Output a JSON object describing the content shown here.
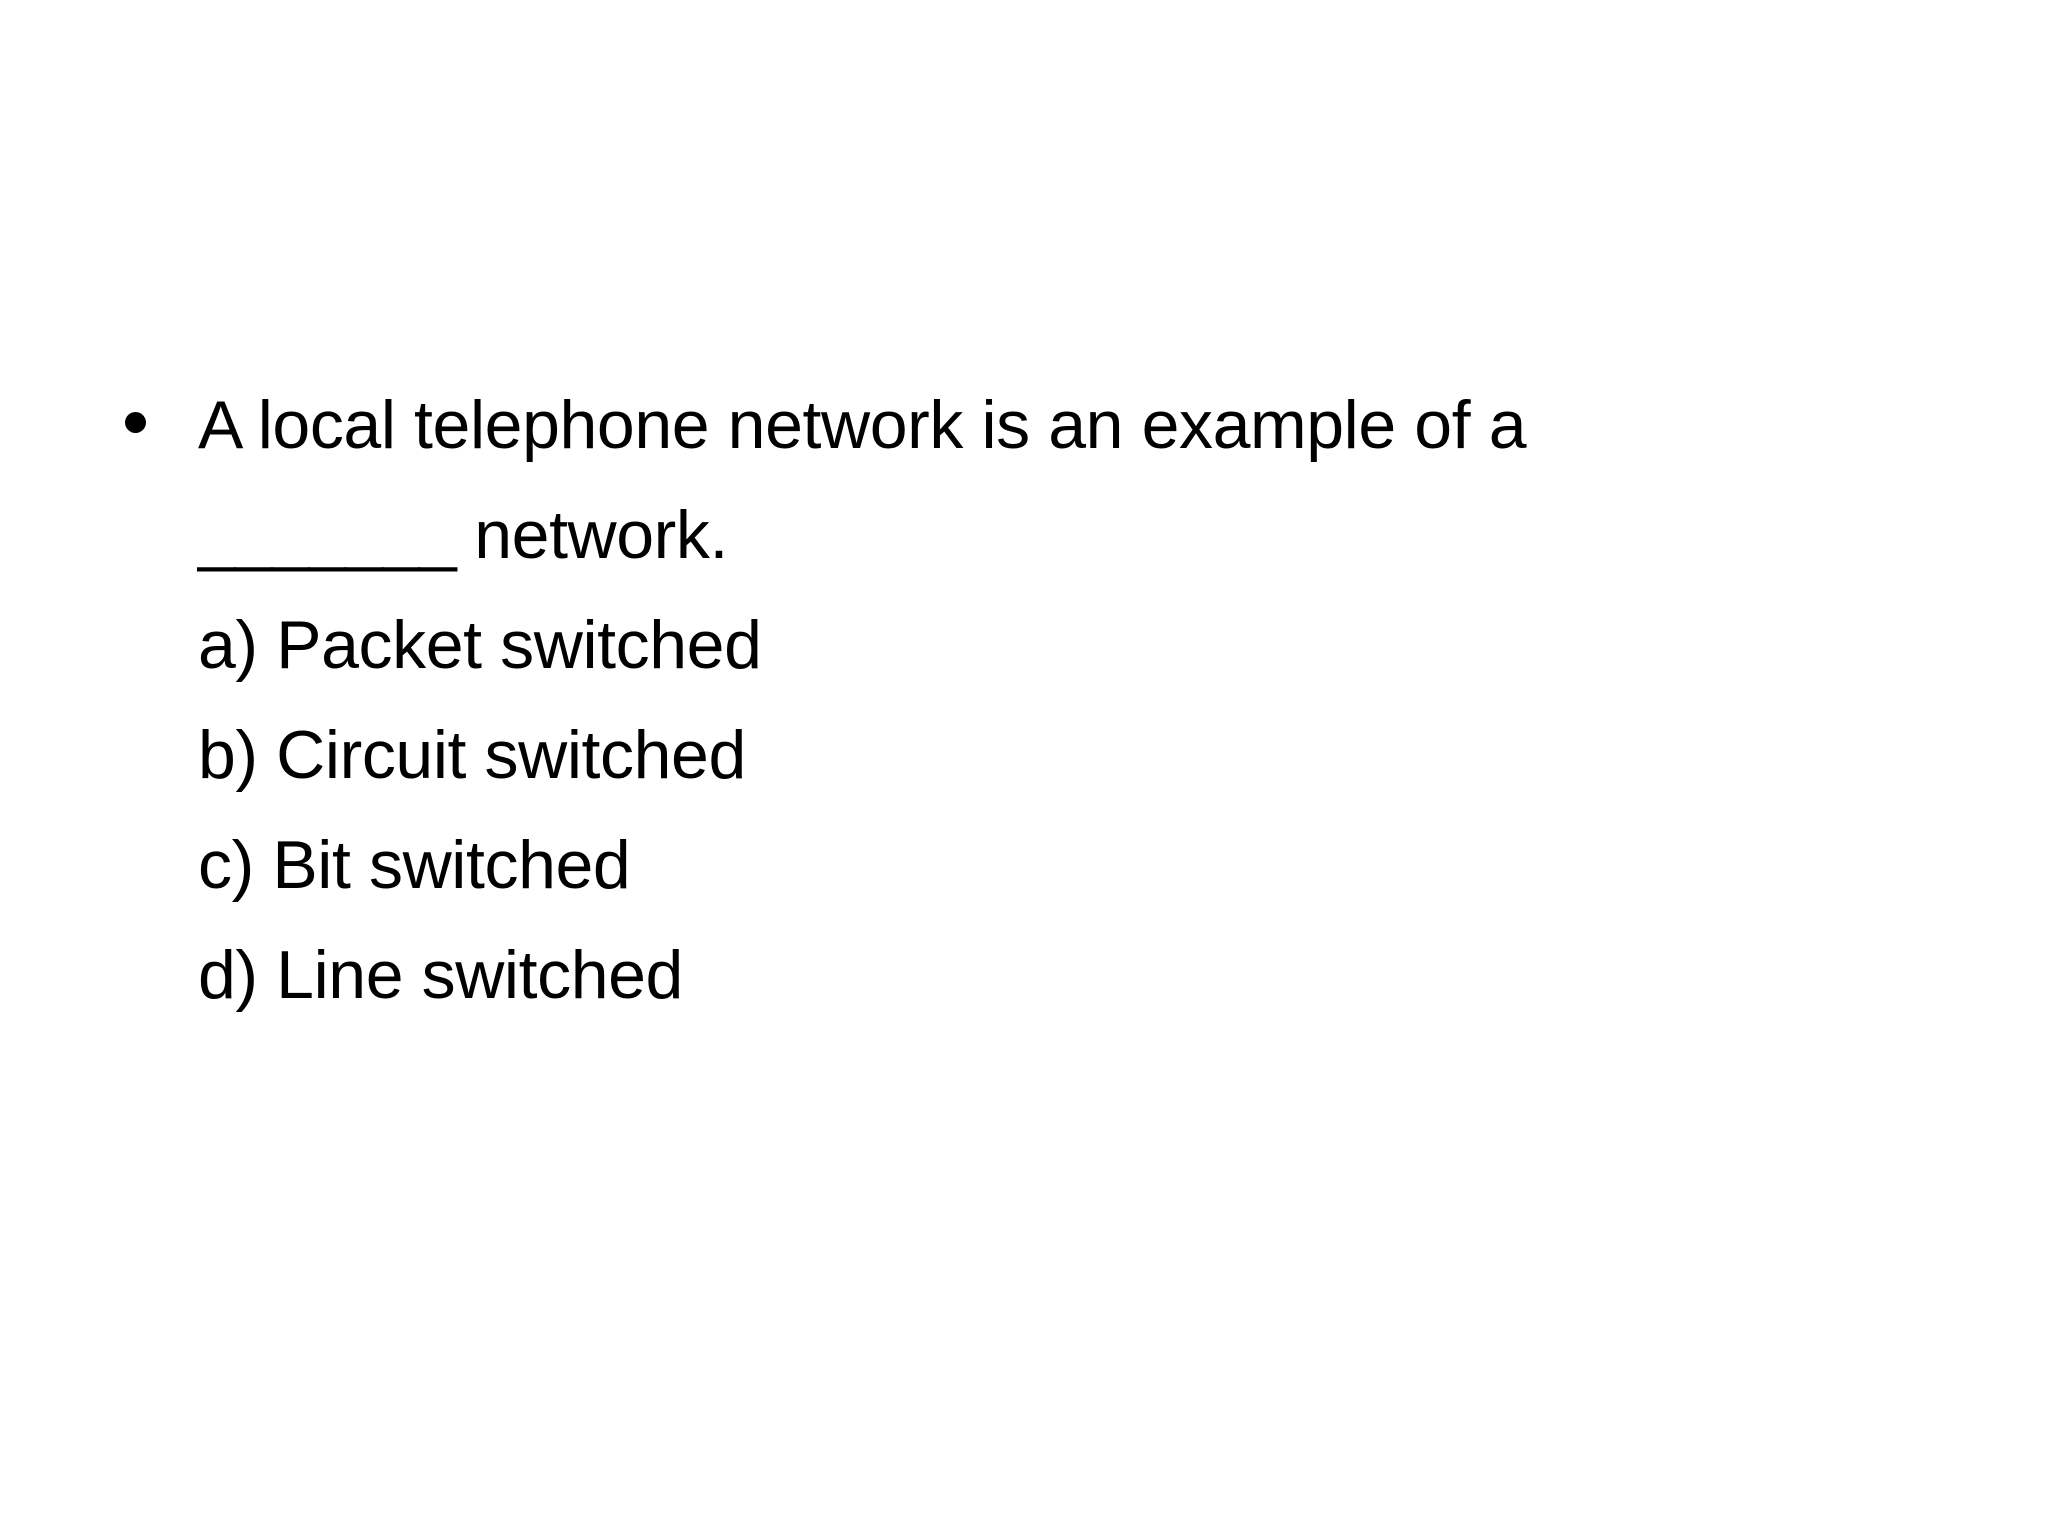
{
  "slide": {
    "background_color": "#ffffff",
    "text_color": "#000000",
    "bullet_glyph": "•"
  },
  "question": {
    "line_1": "A local telephone network is an example of a",
    "blank": "_______",
    "line_2_suffix": " network.",
    "full_text": "A local telephone network is an example of a _______ network."
  },
  "options": [
    {
      "label": "a) Packet switched"
    },
    {
      "label": "b) Circuit switched"
    },
    {
      "label": "c) Bit switched"
    },
    {
      "label": "d) Line switched"
    }
  ]
}
